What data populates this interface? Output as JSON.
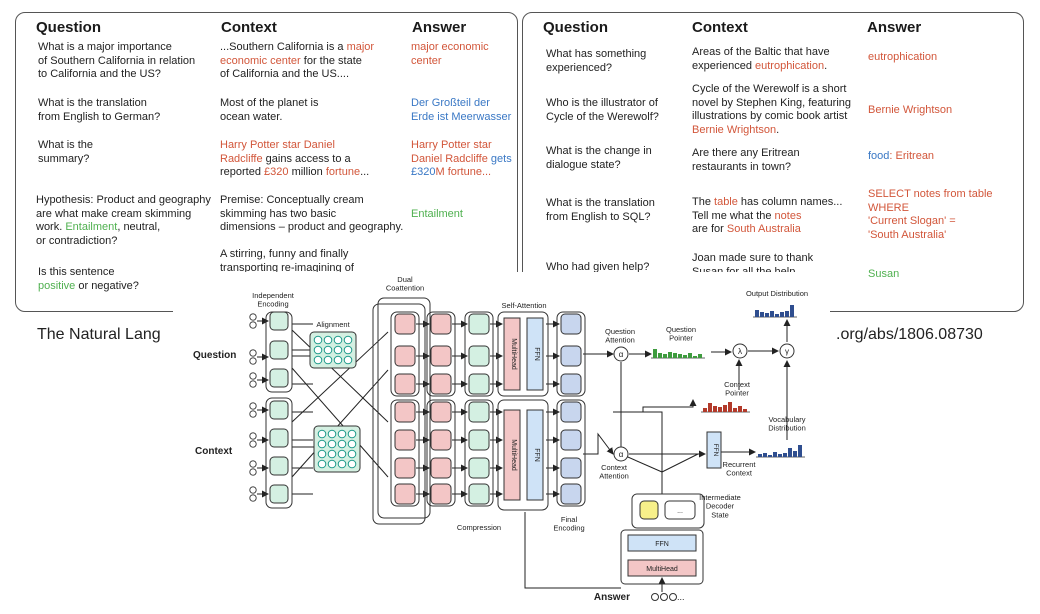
{
  "left_panel": {
    "headers": {
      "question": "Question",
      "context": "Context",
      "answer": "Answer"
    },
    "rows": [
      {
        "question": [
          {
            "t": "What is a major importance\nof Southern California in relation\nto California and the US?"
          }
        ],
        "context": [
          {
            "t": "...Southern California is a "
          },
          {
            "t": "major\neconomic center",
            "c": "red"
          },
          {
            "t": " for the state\nof California and the US...."
          }
        ],
        "answer": [
          {
            "t": "major economic\ncenter",
            "c": "red"
          }
        ]
      },
      {
        "question": [
          {
            "t": "What is the translation\nfrom English to German?"
          }
        ],
        "context": [
          {
            "t": "Most of the planet is\nocean water."
          }
        ],
        "answer": [
          {
            "t": "Der Großteil der\nErde ist Meerwasser",
            "c": "blue"
          }
        ]
      },
      {
        "question": [
          {
            "t": "What is the\nsummary?"
          }
        ],
        "context": [
          {
            "t": "Harry Potter star Daniel\nRadcliffe",
            "c": "red"
          },
          {
            "t": " gains access to a\nreported "
          },
          {
            "t": "£320",
            "c": "red"
          },
          {
            "t": " million "
          },
          {
            "t": "fortune",
            "c": "red"
          },
          {
            "t": "..."
          }
        ],
        "answer": [
          {
            "t": "Harry Potter star\nDaniel Radcliffe",
            "c": "red"
          },
          {
            "t": " gets\n£320",
            "c": "blue"
          },
          {
            "t": "M fortune...",
            "c": "red"
          }
        ]
      },
      {
        "question": [
          {
            "t": "Hypothesis: Product and geography\nare what make cream  skimming\nwork. "
          },
          {
            "t": "Entailment",
            "c": "green"
          },
          {
            "t": ", neutral,\nor contradiction?"
          }
        ],
        "context": [
          {
            "t": "Premise: Conceptually cream\n skimming has two basic\ndimensions – product and geography."
          }
        ],
        "answer": [
          {
            "t": "Entailment",
            "c": "green"
          }
        ]
      },
      {
        "question": [
          {
            "t": "Is this sentence\n"
          },
          {
            "t": "positive",
            "c": "green"
          },
          {
            "t": " or negative?"
          }
        ],
        "context": [
          {
            "t": "A stirring, funny and finally\ntransporting re-imagining of"
          }
        ],
        "answer": []
      }
    ]
  },
  "right_panel": {
    "headers": {
      "question": "Question",
      "context": "Context",
      "answer": "Answer"
    },
    "rows": [
      {
        "question": [
          {
            "t": "What has something\nexperienced?"
          }
        ],
        "context": [
          {
            "t": "Areas of the Baltic that have\n experienced "
          },
          {
            "t": "eutrophication",
            "c": "red"
          },
          {
            "t": "."
          }
        ],
        "answer": [
          {
            "t": "eutrophication",
            "c": "red"
          }
        ]
      },
      {
        "question": [
          {
            "t": "Who is the illustrator of\nCycle of the Werewolf?"
          }
        ],
        "context": [
          {
            "t": "Cycle of the Werewolf is a short\nnovel by Stephen King, featuring\nillustrations by comic book artist\n"
          },
          {
            "t": "Bernie Wrightson",
            "c": "red"
          },
          {
            "t": "."
          }
        ],
        "answer": [
          {
            "t": "Bernie Wrightson",
            "c": "red"
          }
        ]
      },
      {
        "question": [
          {
            "t": "What is the change in\ndialogue state?"
          }
        ],
        "context": [
          {
            "t": "Are there any Eritrean\nrestaurants in town?"
          }
        ],
        "answer": [
          {
            "t": "food",
            "c": "blue"
          },
          {
            "t": ": Eritrean",
            "c": "red"
          }
        ]
      },
      {
        "question": [
          {
            "t": "What is the translation\nfrom English to SQL?"
          }
        ],
        "context": [
          {
            "t": "The "
          },
          {
            "t": "table",
            "c": "red"
          },
          {
            "t": " has column names...\nTell me what the "
          },
          {
            "t": "notes",
            "c": "red"
          },
          {
            "t": "\nare for "
          },
          {
            "t": "South Australia",
            "c": "red"
          }
        ],
        "answer": [
          {
            "t": "SELECT notes from table\nWHERE\n'Current Slogan' =\n'South Australia'",
            "c": "red"
          }
        ]
      },
      {
        "question": [
          {
            "t": "Who had given help?"
          }
        ],
        "context": [
          {
            "t": "Joan made sure to thank\nSusan for all the help"
          }
        ],
        "answer": [
          {
            "t": "Susan",
            "c": "green"
          }
        ]
      }
    ]
  },
  "caption": {
    "start": "The Natural Lang",
    "end": ".org/abs/1806.08730"
  },
  "diagram": {
    "labels": {
      "independent_encoding": "Independent\nEncoding",
      "alignment": "Alignment",
      "dual_coattention": "Dual\nCoattention",
      "self_attention": "Self-Attention",
      "question": "Question",
      "context": "Context",
      "compression": "Compression",
      "final_encoding": "Final\nEncoding",
      "question_attention": "Question\nAttention",
      "question_pointer": "Question\nPointer",
      "context_pointer": "Context\nPointer",
      "context_attention": "Context\nAttention",
      "output_distribution": "Output Distribution",
      "vocabulary_distribution": "Vocabulary\nDistribution",
      "recurrent_context": "Recurrent\nContext",
      "intermediate_decoder_state": "Intermediate\nDecoder\nState",
      "answer": "Answer",
      "multihead": "MultiHead",
      "ffn": "FFN",
      "alpha": "α",
      "lambda": "λ",
      "gamma": "γ",
      "ellipsis": "..."
    }
  },
  "colors": {
    "red": "#d2563a",
    "blue": "#3a78c5",
    "green": "#4fb04f",
    "pink": "#f3c6c6",
    "mint": "#d4f0e2",
    "blueBox": "#cfe3f7",
    "teal": "#1e9a8a",
    "greenBar": "#3e9b3e",
    "redBar": "#b23a2a",
    "navyBar": "#2f4e8f",
    "yellow": "#f7f08a"
  }
}
